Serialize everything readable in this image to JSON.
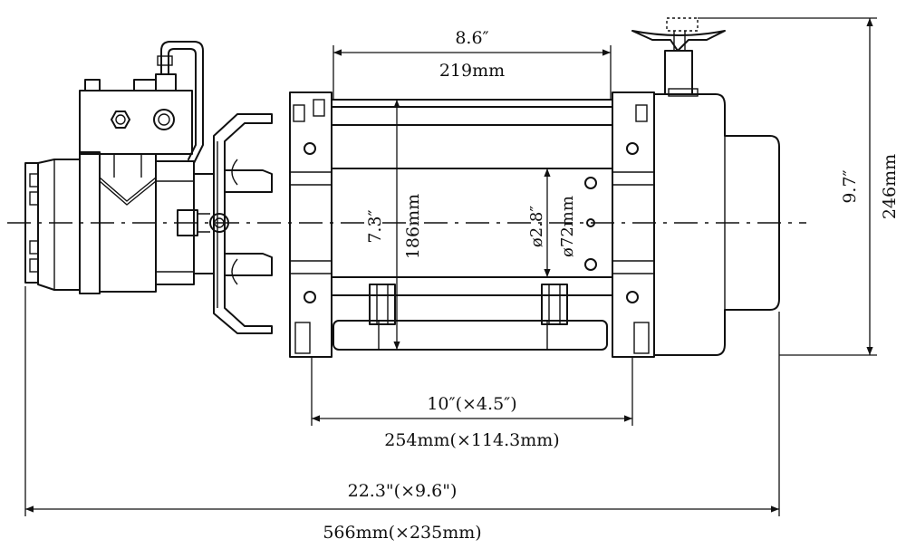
{
  "dimensions": {
    "drum_length_in": "8.6″",
    "drum_length_mm": "219mm",
    "height_in": "9.7″",
    "height_mm": "246mm",
    "flange_dia_in": "7.3″",
    "flange_dia_mm": "186mm",
    "drum_dia_in": "ø2.8″",
    "drum_dia_mm": "ø72mm",
    "mount_in": "10″(×4.5″)",
    "mount_mm": "254mm(×114.3mm)",
    "overall_in": "22.3\"(×9.6\")",
    "overall_mm": "566mm(×235mm)"
  }
}
